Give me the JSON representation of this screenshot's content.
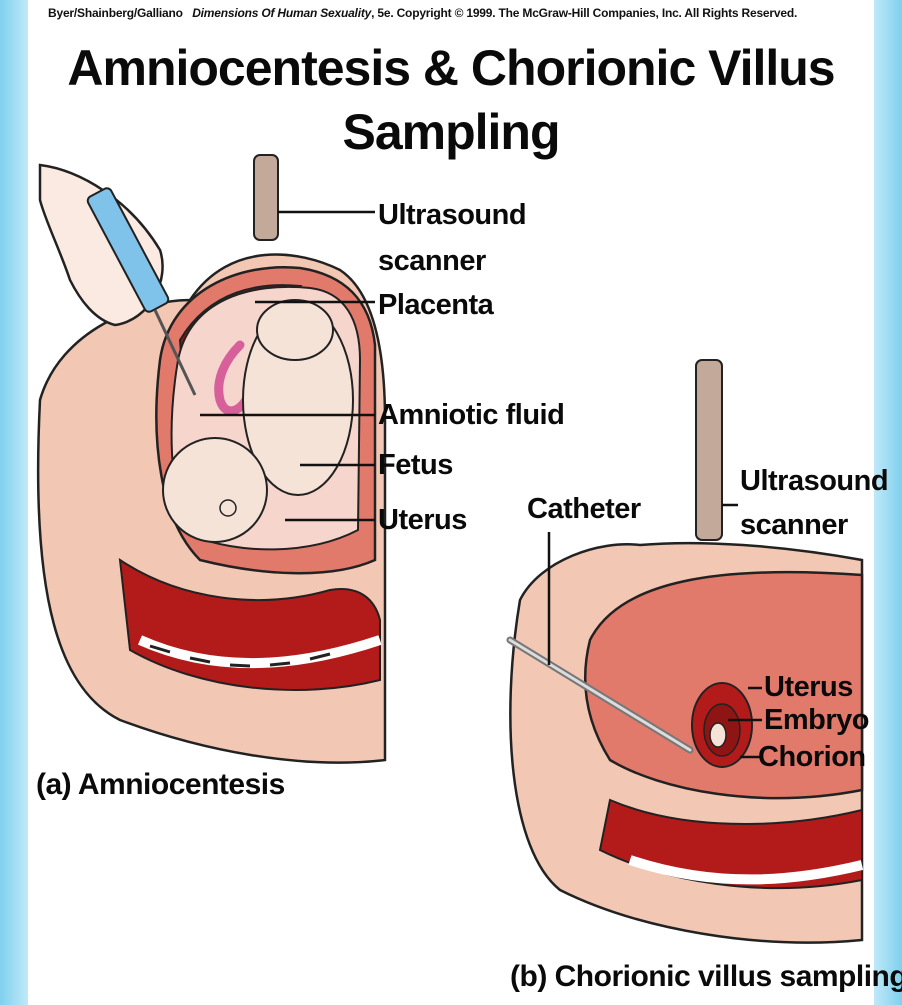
{
  "header": {
    "copyright_authors": "Byer/Shainberg/Galliano",
    "copyright_book": "Dimensions Of Human Sexuality",
    "copyright_rest": ", 5e. Copyright © 1999. The McGraw-Hill Companies, Inc. All Rights Reserved."
  },
  "title": "Amniocentesis & Chorionic Villus Sampling",
  "panel_a": {
    "caption": "(a)  Amniocentesis",
    "labels": {
      "ultrasound": "Ultrasound",
      "scanner": "scanner",
      "placenta": "Placenta",
      "amniotic_fluid": "Amniotic fluid",
      "fetus": "Fetus",
      "uterus": "Uterus"
    }
  },
  "panel_b": {
    "caption": "(b) Chorionic villus sampling",
    "labels": {
      "catheter": "Catheter",
      "ultrasound": "Ultrasound",
      "scanner": "scanner",
      "uterus": "Uterus",
      "embryo": "Embryo",
      "chorion": "Chorion"
    }
  },
  "colors": {
    "body_tissue": "#f2c7b4",
    "uterus_wall": "#e27a6c",
    "dark_red": "#b31b1b",
    "placenta": "#8f1414",
    "fetus_skin": "#f6e3d8",
    "scanner": "#c3a99a",
    "frame": "#7fd0ee"
  }
}
